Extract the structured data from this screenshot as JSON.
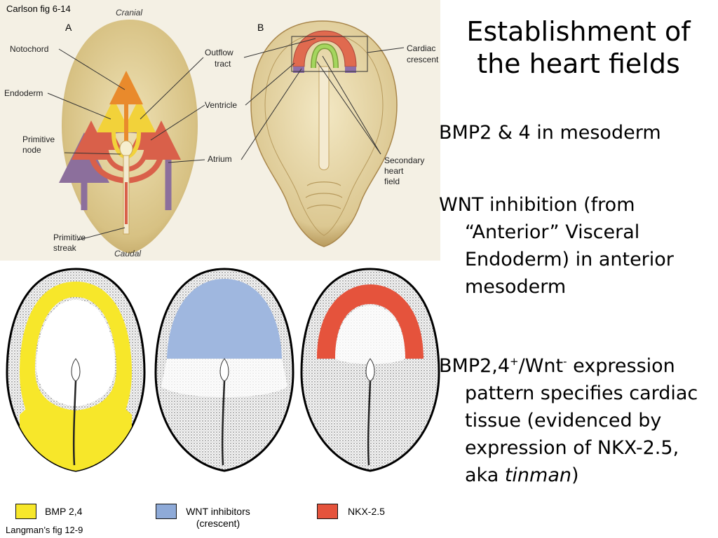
{
  "slide": {
    "title": "Establishment of the heart fields",
    "bullets": [
      {
        "text": "BMP2 & 4 in mesoderm"
      },
      {
        "text": "WNT inhibition (from “Anterior” Visceral Endoderm) in anterior mesoderm"
      },
      {
        "pre": "BMP2,4",
        "sup1": "+",
        "mid": "/Wnt",
        "sup2": "-",
        "post": " expression pattern specifies cardiac tissue (evidenced by expression of NKX-2.5, aka ",
        "italic": "tinman",
        "end": ")"
      }
    ]
  },
  "figure_top": {
    "caption": "Carlson fig 6-14",
    "panel_a": {
      "letter": "A",
      "cranial": "Cranial",
      "caudal": "Caudal",
      "labels": {
        "notochord": "Notochord",
        "endoderm": "Endoderm",
        "primitive_node_1": "Primitive",
        "primitive_node_2": "node",
        "primitive_streak_1": "Primitive",
        "primitive_streak_2": "streak",
        "outflow_1": "Outflow",
        "outflow_2": "tract",
        "ventricle": "Ventricle",
        "atrium": "Atrium"
      }
    },
    "panel_b": {
      "letter": "B",
      "labels": {
        "cardiac_1": "Cardiac",
        "cardiac_2": "crescent",
        "secondary_1": "Secondary",
        "secondary_2": "heart",
        "secondary_3": "field"
      }
    }
  },
  "figure_bottom": {
    "caption": "Langman’s fig 12-9",
    "legend": [
      {
        "label": "BMP 2,4",
        "color": "#f7e72a"
      },
      {
        "label": "WNT inhibitors",
        "label2": "(crescent)",
        "color": "#8eaad8"
      },
      {
        "label": "NKX-2.5",
        "color": "#e5533c"
      }
    ]
  },
  "colors": {
    "embryo_fill": "#dcc98f",
    "bmp_yellow": "#f7e72a",
    "wnt_blue": "#9fb7df",
    "nkx_red": "#e5533c",
    "heart_green": "#a4d65e",
    "heart_purple": "#8e6fa8"
  }
}
